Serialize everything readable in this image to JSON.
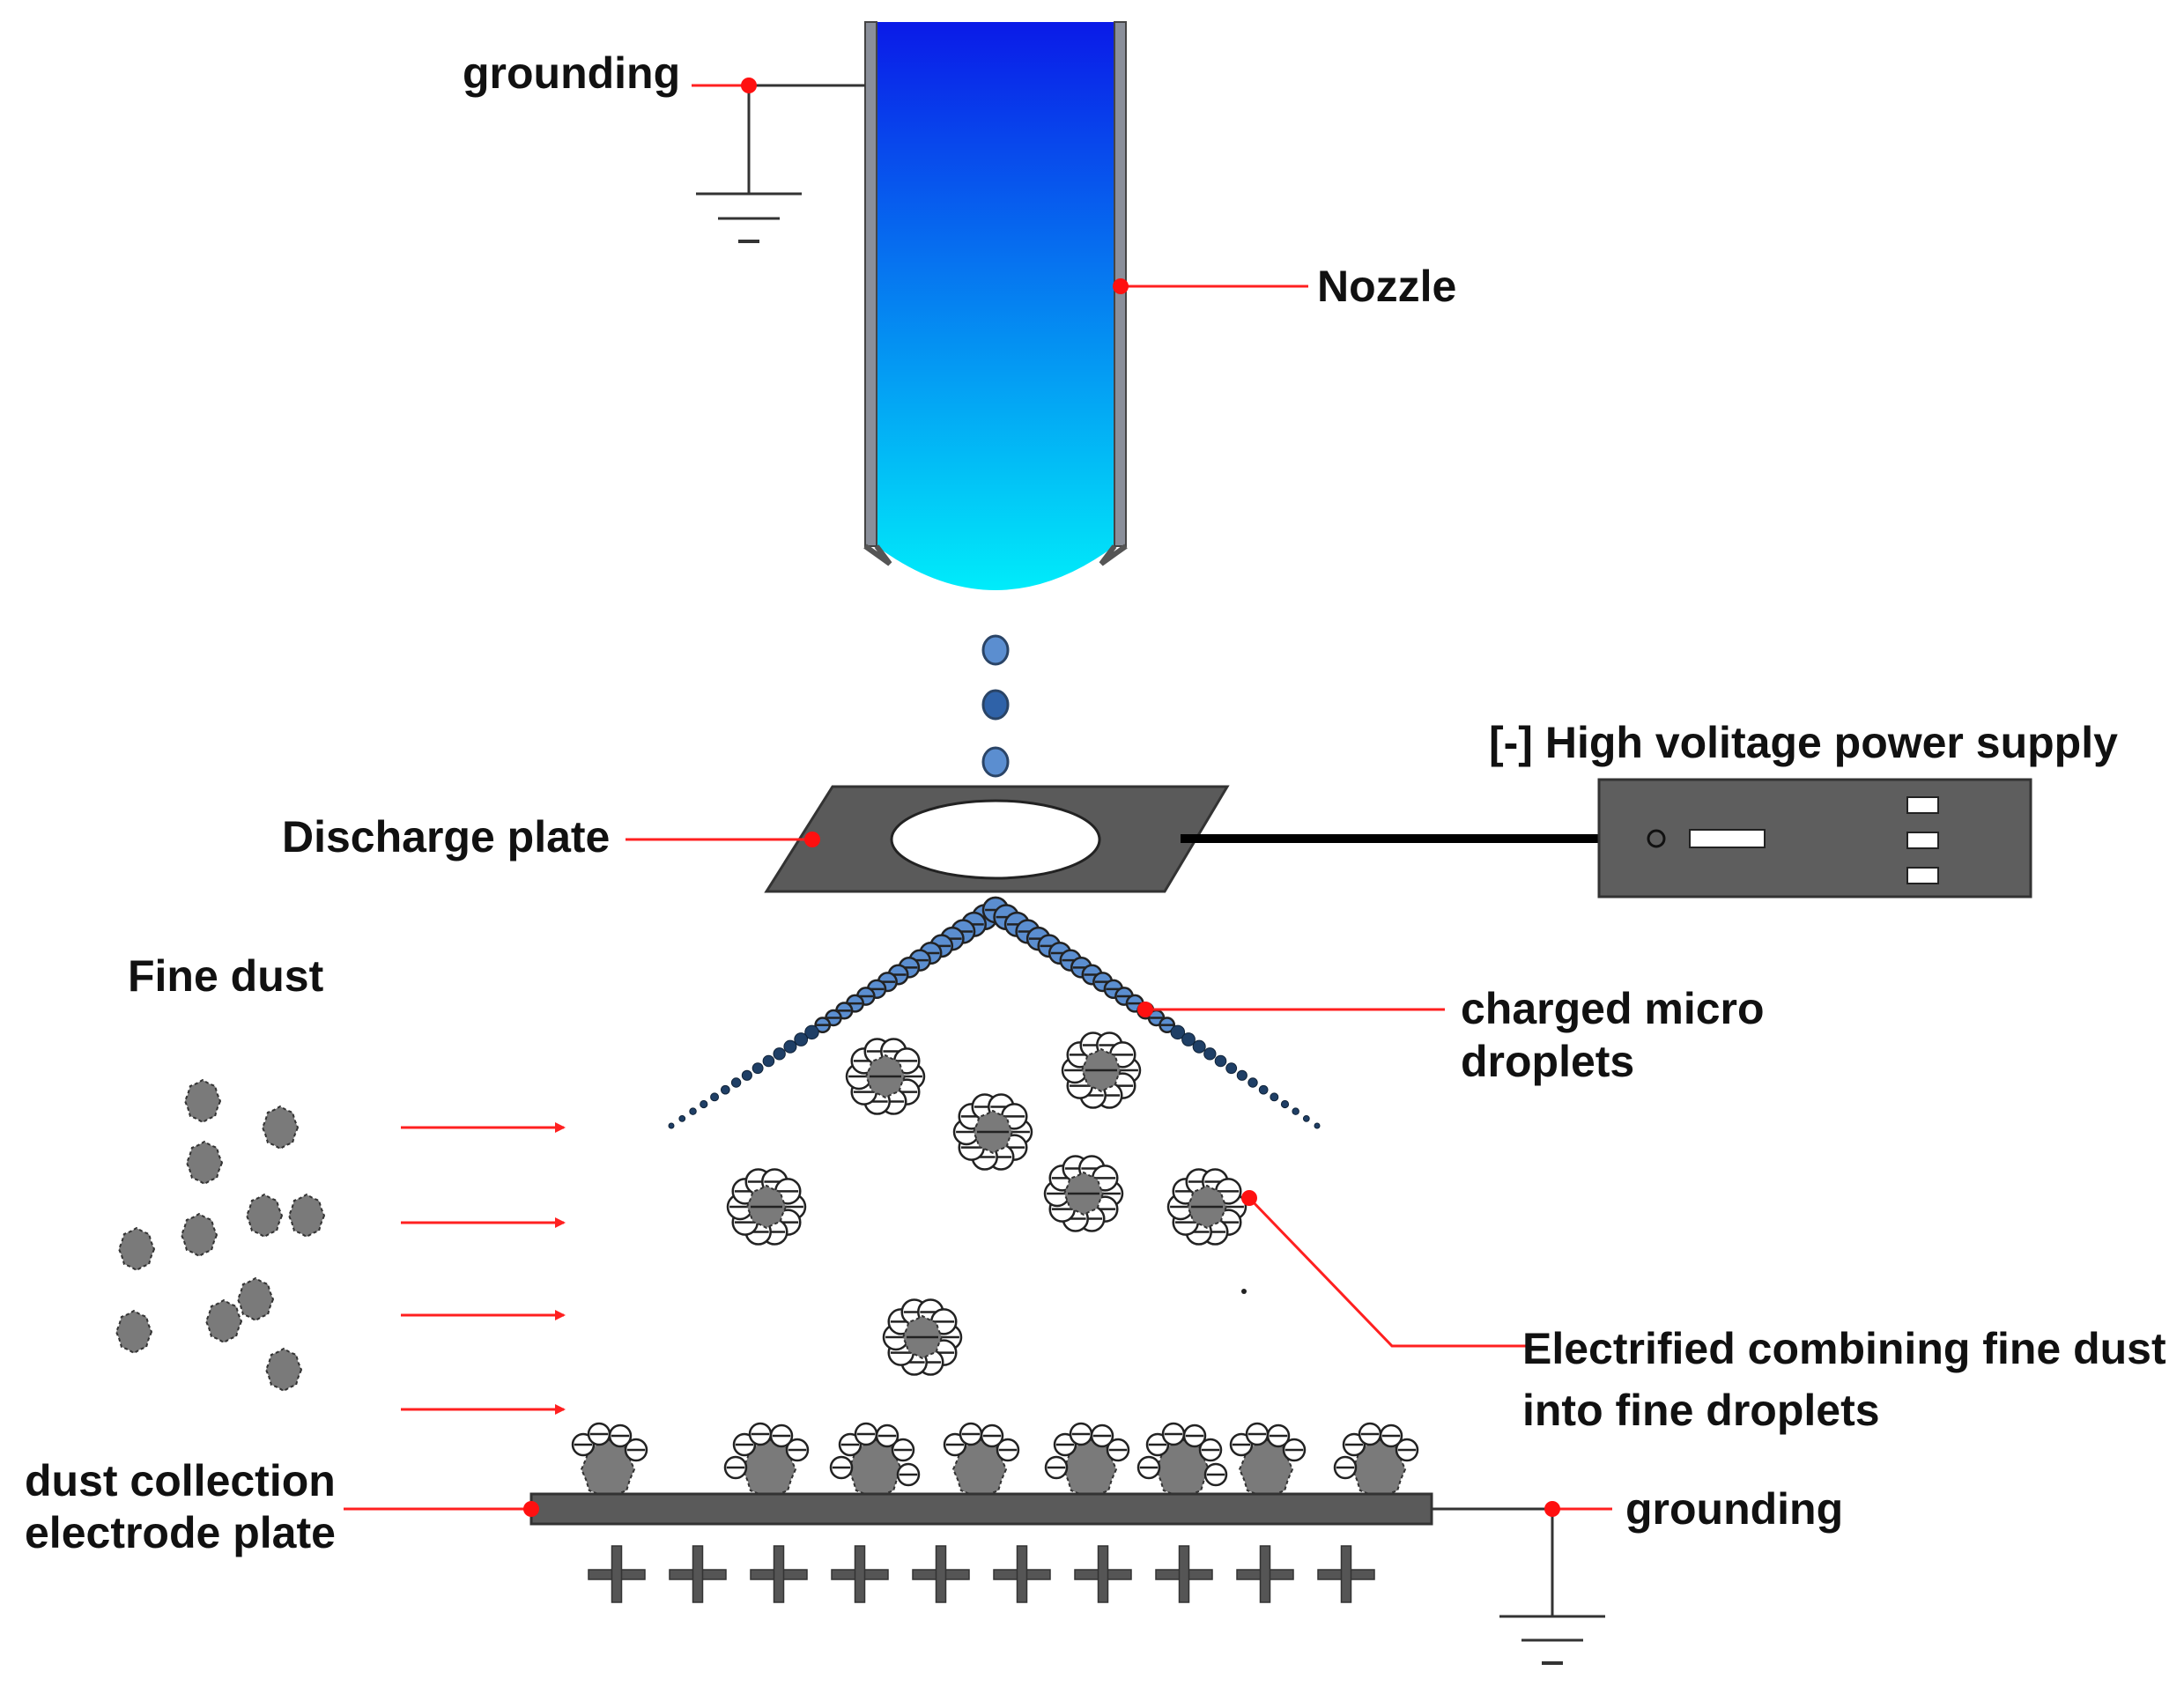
{
  "labels": {
    "grounding_top": "grounding",
    "nozzle": "Nozzle",
    "power_supply": "[-] High volitage power supply",
    "discharge_plate": "Discharge plate",
    "fine_dust": "Fine dust",
    "charged_droplets_line1": "charged micro",
    "charged_droplets_line2": "droplets",
    "electrified_line1": "Electrified combining fine dust",
    "electrified_line2": "into fine droplets",
    "collection_line1": "dust collection",
    "collection_line2": "electrode plate",
    "grounding_bottom": "grounding"
  },
  "colors": {
    "leader": "#ff2020",
    "nozzle_top": "#0a1ae8",
    "nozzle_bottom": "#00e8f8",
    "plate": "#5a5a5a",
    "dust": "#7a7a7a",
    "droplet": "#5a8ccc"
  }
}
